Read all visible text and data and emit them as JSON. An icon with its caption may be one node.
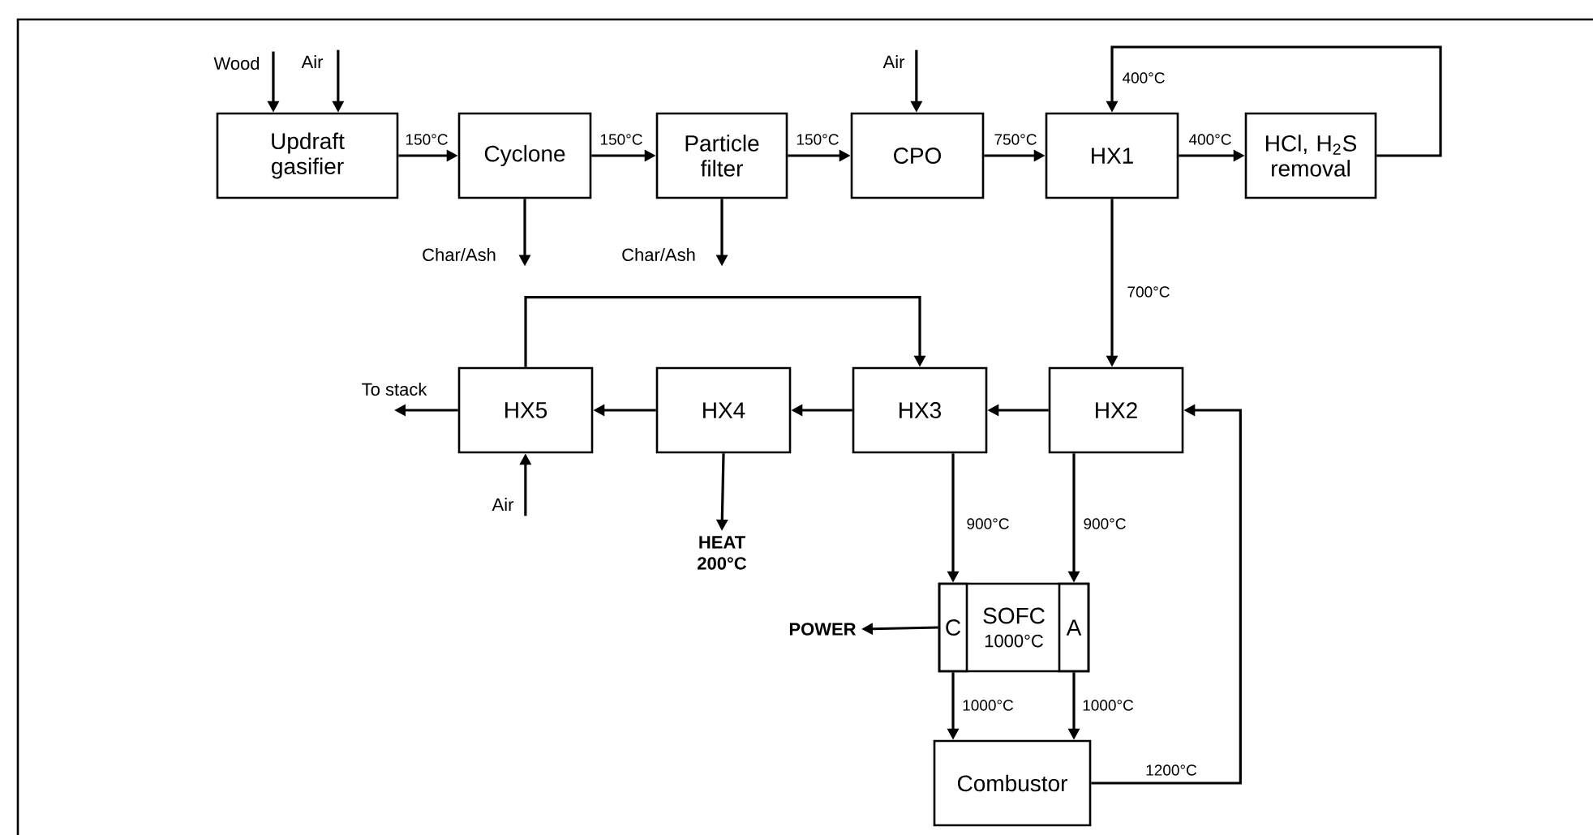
{
  "diagram": {
    "nodes": [
      {
        "text": [
          "Updraft gasifier"
        ]
      },
      {
        "text": [
          "Cyclone"
        ]
      },
      {
        "text": [
          "Particle filter"
        ]
      },
      {
        "text": [
          "CPO"
        ]
      },
      {
        "text": [
          "HX1"
        ]
      },
      {
        "text": [
          "HCl, H$_{2}$S removal"
        ]
      },
      {
        "text": [
          "HX5"
        ]
      },
      {
        "text": [
          "HX4"
        ]
      },
      {
        "text": [
          "HX3"
        ]
      },
      {
        "text": [
          "HX2"
        ]
      },
      {
        "text": [
          "SOFC",
          "1000°C"
        ]
      },
      {
        "text": [
          "C"
        ],
        "in": 10
      },
      {
        "text": [
          "A"
        ],
        "in": 10
      },
      {
        "text": [
          "Combustor"
        ]
      },
      {
        "text": [
          "Wood"
        ]
      },
      {
        "text": [
          "Air"
        ]
      },
      {
        "text": [
          "Char/Ash"
        ]
      },
      {
        "text": [
          "Char/Ash"
        ]
      },
      {
        "text": [
          "Air"
        ]
      },
      {
        "text": [
          "To stack"
        ]
      },
      {
        "text": [
          "Air"
        ]
      },
      {
        "text": [
          "HEAT 200°C"
        ]
      },
      {
        "text": [
          "POWER"
        ]
      }
    ],
    "edges": [
      {
        "from": 14,
        "to": 0,
        "arrow": "to"
      },
      {
        "from": 15,
        "to": 0,
        "arrow": "to"
      },
      {
        "from": 0,
        "to": 1,
        "arrow": "to",
        "label": "150°C"
      },
      {
        "from": 1,
        "to": 2,
        "arrow": "to",
        "label": "150°C"
      },
      {
        "from": 2,
        "to": 3,
        "arrow": "to",
        "label": "150°C"
      },
      {
        "from": 3,
        "to": 4,
        "arrow": "to",
        "label": "750°C"
      },
      {
        "from": 4,
        "to": 5,
        "arrow": "to",
        "label": "400°C"
      },
      {
        "from": 5,
        "to": 4,
        "arrow": "to",
        "label": "400°C"
      },
      {
        "from": 4,
        "to": 9,
        "arrow": "to",
        "label": "700°C"
      },
      {
        "from": 1,
        "to": 16,
        "arrow": "to"
      },
      {
        "from": 2,
        "to": 17,
        "arrow": "to"
      },
      {
        "from": 18,
        "to": 3,
        "arrow": "to"
      },
      {
        "from": 9,
        "to": 8,
        "arrow": "to"
      },
      {
        "from": 8,
        "to": 7,
        "arrow": "to"
      },
      {
        "from": 7,
        "to": 6,
        "arrow": "to"
      },
      {
        "from": 6,
        "to": 19,
        "arrow": "to"
      },
      {
        "from": 20,
        "to": 6,
        "arrow": "to"
      },
      {
        "from": 6,
        "to": 8,
        "arrow": "to"
      },
      {
        "from": 7,
        "to": 21,
        "arrow": "to"
      },
      {
        "from": 8,
        "to": 11,
        "arrow": "to",
        "label": "900°C"
      },
      {
        "from": 9,
        "to": 12,
        "arrow": "to",
        "label": "900°C"
      },
      {
        "from": 11,
        "to": 13,
        "arrow": "to",
        "label": "1000°C"
      },
      {
        "from": 12,
        "to": 13,
        "arrow": "to",
        "label": "1000°C"
      },
      {
        "from": 13,
        "to": 9,
        "arrow": "to",
        "label": "1200°C"
      },
      {
        "from": 11,
        "to": 22,
        "arrow": "to"
      }
    ]
  }
}
